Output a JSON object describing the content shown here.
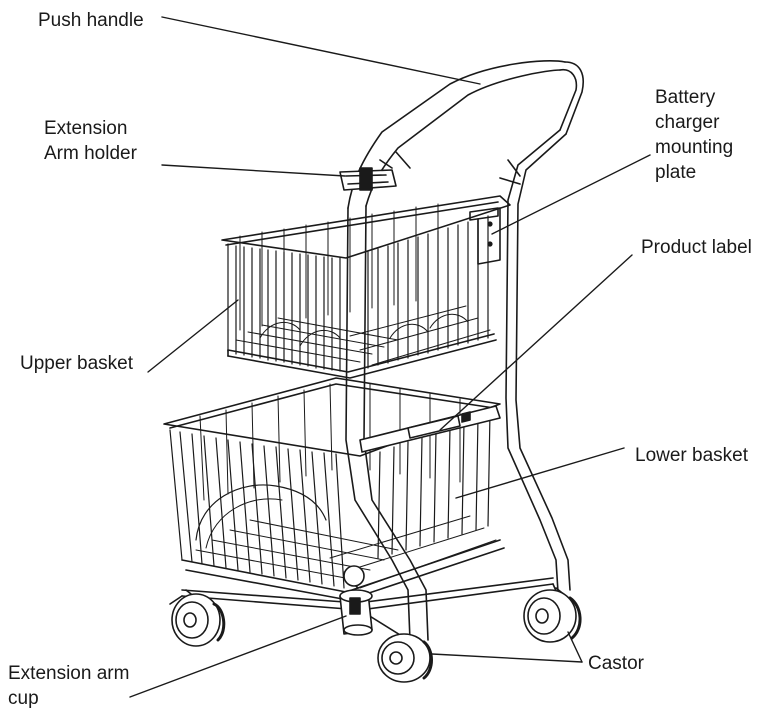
{
  "labels": {
    "push_handle": "Push handle",
    "extension_arm_holder_1": "Extension",
    "extension_arm_holder_2": "Arm holder",
    "battery_1": "Battery",
    "battery_2": "charger",
    "battery_3": "mounting",
    "battery_4": "plate",
    "product_label": "Product label",
    "upper_basket": "Upper basket",
    "lower_basket": "Lower basket",
    "extension_arm_cup_1": "Extension arm",
    "extension_arm_cup_2": "cup",
    "castor": "Castor"
  },
  "colors": {
    "line": "#1a1a1a",
    "fill": "#ffffff"
  }
}
